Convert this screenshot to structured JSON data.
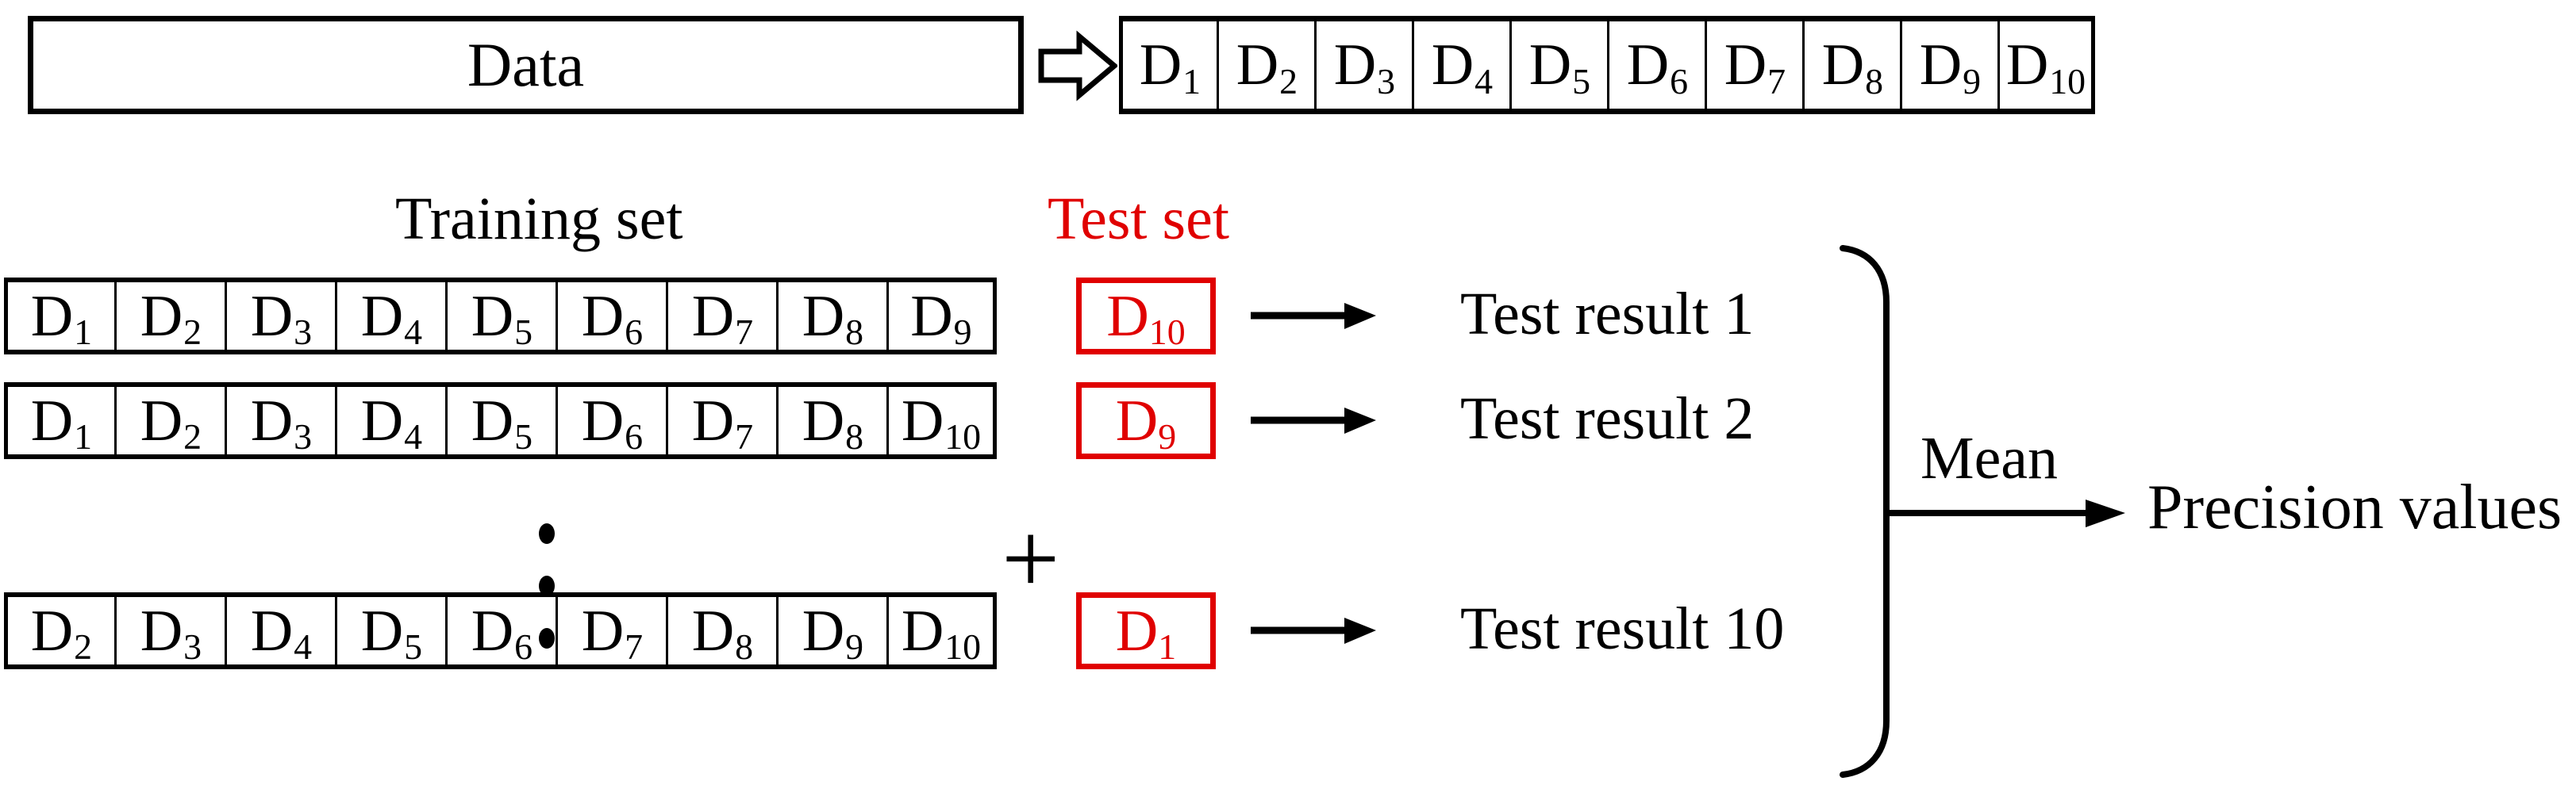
{
  "diagram": {
    "title_box": {
      "label": "Data"
    },
    "block_arrow_icon": "block-arrow-right-icon",
    "folds": {
      "count": 10,
      "top_strip_label": "D",
      "top_strip": [
        {
          "base": "D",
          "sub": "1"
        },
        {
          "base": "D",
          "sub": "2"
        },
        {
          "base": "D",
          "sub": "3"
        },
        {
          "base": "D",
          "sub": "4"
        },
        {
          "base": "D",
          "sub": "5"
        },
        {
          "base": "D",
          "sub": "6"
        },
        {
          "base": "D",
          "sub": "7"
        },
        {
          "base": "D",
          "sub": "8"
        },
        {
          "base": "D",
          "sub": "9"
        },
        {
          "base": "D",
          "sub": "10"
        }
      ]
    },
    "column_labels": {
      "training": "Training set",
      "test": "Test set"
    },
    "colors": {
      "test_red": "#e00000",
      "stroke_black": "#000000",
      "background": "#ffffff"
    },
    "rows": [
      {
        "training": [
          {
            "base": "D",
            "sub": "1"
          },
          {
            "base": "D",
            "sub": "2"
          },
          {
            "base": "D",
            "sub": "3"
          },
          {
            "base": "D",
            "sub": "4"
          },
          {
            "base": "D",
            "sub": "5"
          },
          {
            "base": "D",
            "sub": "6"
          },
          {
            "base": "D",
            "sub": "7"
          },
          {
            "base": "D",
            "sub": "8"
          },
          {
            "base": "D",
            "sub": "9"
          }
        ],
        "test": {
          "base": "D",
          "sub": "10"
        },
        "result": "Test result 1"
      },
      {
        "training": [
          {
            "base": "D",
            "sub": "1"
          },
          {
            "base": "D",
            "sub": "2"
          },
          {
            "base": "D",
            "sub": "3"
          },
          {
            "base": "D",
            "sub": "4"
          },
          {
            "base": "D",
            "sub": "5"
          },
          {
            "base": "D",
            "sub": "6"
          },
          {
            "base": "D",
            "sub": "7"
          },
          {
            "base": "D",
            "sub": "8"
          },
          {
            "base": "D",
            "sub": "10"
          }
        ],
        "test": {
          "base": "D",
          "sub": "9"
        },
        "result": "Test result 2"
      },
      {
        "training": [
          {
            "base": "D",
            "sub": "2"
          },
          {
            "base": "D",
            "sub": "3"
          },
          {
            "base": "D",
            "sub": "4"
          },
          {
            "base": "D",
            "sub": "5"
          },
          {
            "base": "D",
            "sub": "6"
          },
          {
            "base": "D",
            "sub": "7"
          },
          {
            "base": "D",
            "sub": "8"
          },
          {
            "base": "D",
            "sub": "9"
          },
          {
            "base": "D",
            "sub": "10"
          }
        ],
        "test": {
          "base": "D",
          "sub": "1"
        },
        "result": "Test result 10"
      }
    ],
    "ellipsis": "vertical-ellipsis",
    "plus_sign": "+",
    "aggregate": {
      "brace_icon": "right-curly-brace-icon",
      "operation_label": "Mean",
      "output_label": "Precision values"
    }
  }
}
